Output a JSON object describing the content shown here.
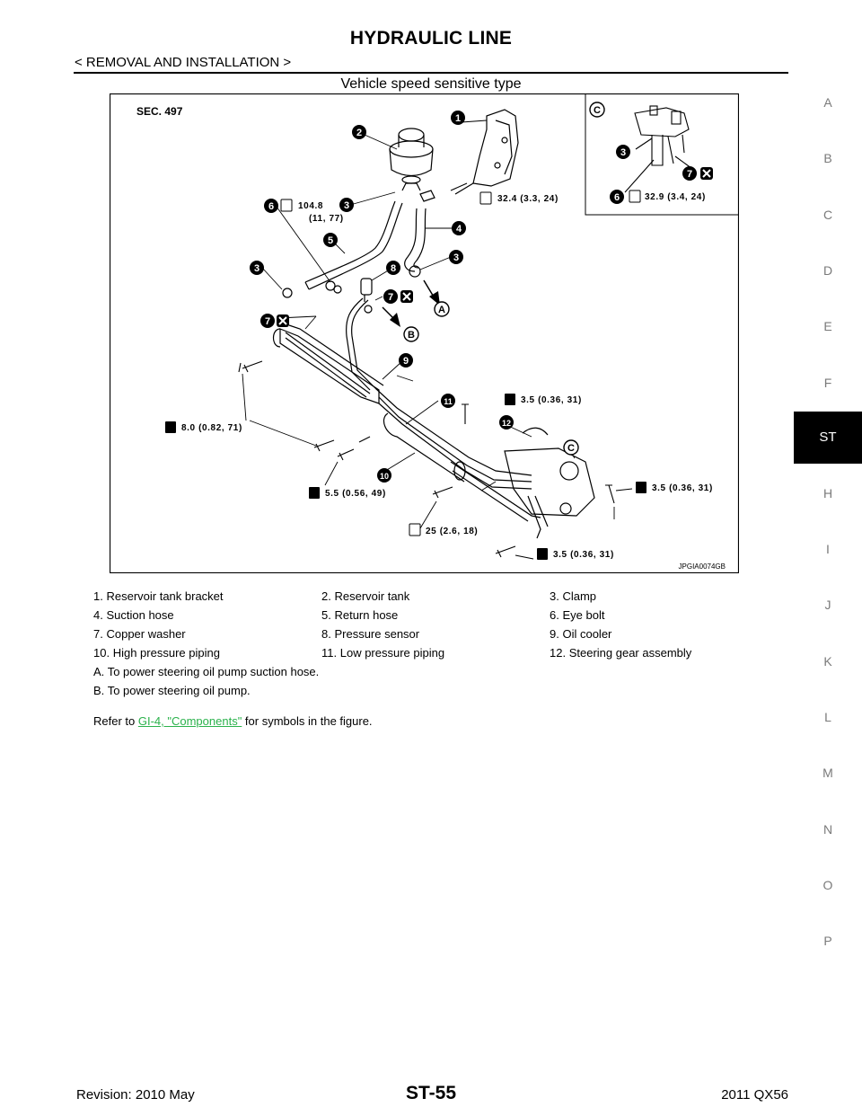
{
  "header": {
    "title": "HYDRAULIC LINE",
    "breadcrumb": "< REMOVAL AND INSTALLATION >",
    "subtitle": "Vehicle speed sensitive type"
  },
  "side_tabs": [
    "A",
    "B",
    "C",
    "D",
    "E",
    "F",
    "ST",
    "H",
    "I",
    "J",
    "K",
    "L",
    "M",
    "N",
    "O",
    "P"
  ],
  "active_tab": "ST",
  "figure": {
    "section": "SEC. 497",
    "image_code": "JPGIA0074GB",
    "torques": {
      "t1": "104.8",
      "t1b": "(11, 77)",
      "t2": "32.4 (3.3, 24)",
      "t3": "32.9 (3.4, 24)",
      "t4": "3.5 (0.36, 31)",
      "t5": "8.0 (0.82, 71)",
      "t6": "5.5 (0.56, 49)",
      "t7": "3.5 (0.36, 31)",
      "t8": "25 (2.6, 18)",
      "t9": "3.5 (0.36, 31)"
    },
    "callouts": {
      "n1": "1",
      "n2": "2",
      "n3": "3",
      "n4": "4",
      "n5": "5",
      "n6": "6",
      "n7": "7",
      "n8": "8",
      "n9": "9",
      "n10": "10",
      "n11": "11",
      "n12": "12",
      "a": "A",
      "b": "B",
      "c": "C"
    }
  },
  "legend": [
    {
      "num": "1.",
      "text": "Reservoir tank bracket"
    },
    {
      "num": "2.",
      "text": "Reservoir tank"
    },
    {
      "num": "3.",
      "text": "Clamp"
    },
    {
      "num": "4.",
      "text": "Suction hose"
    },
    {
      "num": "5.",
      "text": "Return hose"
    },
    {
      "num": "6.",
      "text": "Eye bolt"
    },
    {
      "num": "7.",
      "text": "Copper washer"
    },
    {
      "num": "8.",
      "text": "Pressure sensor"
    },
    {
      "num": "9.",
      "text": "Oil cooler"
    },
    {
      "num": "10.",
      "text": "High pressure piping"
    },
    {
      "num": "11.",
      "text": "Low pressure piping"
    },
    {
      "num": "12.",
      "text": "Steering gear assembly"
    },
    {
      "num": "A.",
      "text": "To power steering oil pump suction hose."
    },
    {
      "num": "B.",
      "text": "To power steering oil pump."
    }
  ],
  "refer": {
    "before": "Refer to ",
    "link": "GI-4, \"Components\"",
    "after": " for symbols in the figure."
  },
  "footer": {
    "revision": "Revision: 2010 May",
    "page": "ST-55",
    "model": "2011 QX56"
  }
}
